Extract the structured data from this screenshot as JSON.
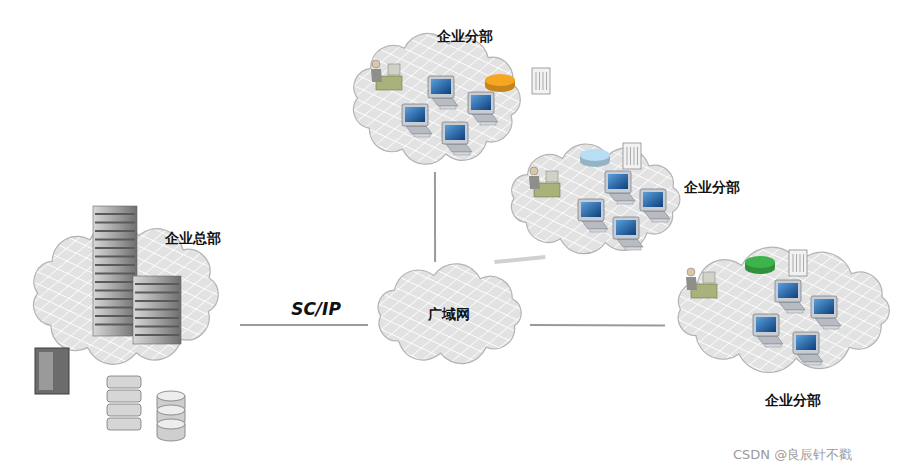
{
  "diagram": {
    "nodes": [
      {
        "text": [
          "企业分部"
        ]
      },
      {
        "text": [
          "企业分部"
        ]
      },
      {
        "text": [
          "企业总部"
        ]
      },
      {
        "text": [
          "广域网"
        ]
      },
      {
        "text": [
          "企业分部"
        ]
      }
    ],
    "edges": [
      {
        "from": 2,
        "to": 3,
        "arrow": "none",
        "label": "SC/IP"
      },
      {
        "from": 3,
        "to": 0,
        "arrow": "none"
      },
      {
        "from": 3,
        "to": 1,
        "arrow": "none"
      },
      {
        "from": 3,
        "to": 4,
        "arrow": "none"
      }
    ],
    "labels": [
      "CSDN @良辰针不戳"
    ]
  }
}
